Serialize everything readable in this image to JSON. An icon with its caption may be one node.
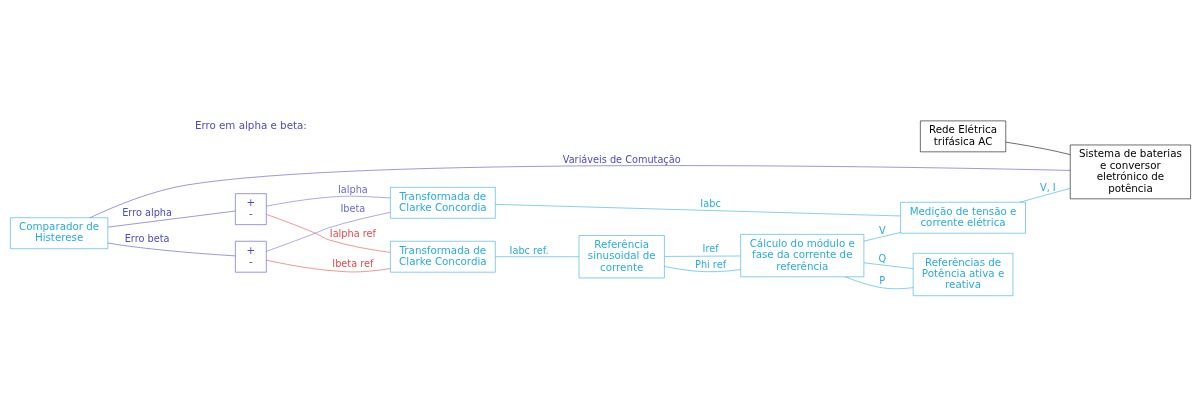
{
  "diagram": {
    "nodes": [
      {
        "text": [
          "Sistema de baterias e conversor eletrónico de potência"
        ]
      },
      {
        "text": [
          "Rede Elétrica trifásica AC"
        ]
      },
      {
        "text": [
          "Medição de tensão e corrente elétrica"
        ]
      },
      {
        "text": [
          "Transformada de Clarke Concordia"
        ]
      },
      {
        "text": [
          "Comparador de Histerese"
        ]
      },
      {
        "text": [
          "+",
          "-"
        ]
      },
      {
        "text": [
          "+",
          "-"
        ]
      },
      {
        "text": [
          "Transformada de Clarke Concordia"
        ]
      },
      {
        "text": [
          "Referência sinusoidal de corrente"
        ]
      },
      {
        "text": [
          "Cálculo do módulo e fase da corrente de referência"
        ]
      },
      {
        "text": [
          "Referências de Potência ativa e reativa"
        ]
      }
    ],
    "edges": [
      {
        "from": 0,
        "to": 1,
        "arrow": "none",
        "color": "#000000"
      },
      {
        "from": 0,
        "to": 2,
        "arrow": "none",
        "label": "V, I"
      },
      {
        "from": 2,
        "to": 3,
        "arrow": "none",
        "label": "Iabc"
      },
      {
        "from": 2,
        "to": 9,
        "arrow": "none",
        "label": "V"
      },
      {
        "from": 3,
        "to": 5,
        "arrow": "none",
        "label": "Ialpha",
        "color": "#6b6bd6"
      },
      {
        "from": 3,
        "to": 6,
        "arrow": "none",
        "label": "Ibeta",
        "color": "#6b6bd6"
      },
      {
        "from": 7,
        "to": 5,
        "arrow": "none",
        "label": "Ialpha ref",
        "color": "#e84a4a"
      },
      {
        "from": 7,
        "to": 6,
        "arrow": "none",
        "label": "Ibeta ref",
        "color": "#e84a4a"
      },
      {
        "from": 5,
        "to": 4,
        "arrow": "none",
        "label": "Erro alpha",
        "color": "#4b4bc8"
      },
      {
        "from": 6,
        "to": 4,
        "arrow": "none",
        "label": "Erro beta",
        "color": "#4b4bc8"
      },
      {
        "from": 4,
        "to": 0,
        "arrow": "none",
        "label": "Variáveis de Comutação",
        "color": "#4b4bc8"
      },
      {
        "from": 8,
        "to": 7,
        "arrow": "none",
        "label": "Iabc ref."
      },
      {
        "from": 9,
        "to": 8,
        "arrow": "none",
        "label": "Iref"
      },
      {
        "from": 9,
        "to": 8,
        "arrow": "none",
        "label": "Phi ref"
      },
      {
        "from": 10,
        "to": 9,
        "arrow": "none",
        "label": "P"
      },
      {
        "from": 10,
        "to": 9,
        "arrow": "none",
        "label": "Q"
      }
    ],
    "labels": [
      "Erro em alpha e beta:"
    ]
  }
}
